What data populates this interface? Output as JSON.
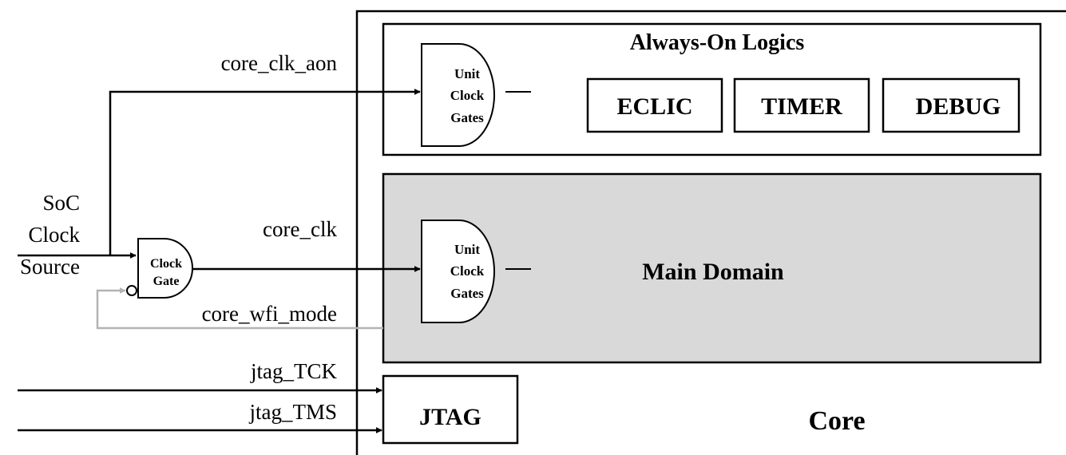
{
  "signals": {
    "core_clk_aon": "core_clk_aon",
    "core_clk": "core_clk",
    "core_wfi_mode": "core_wfi_mode",
    "jtag_tck": "jtag_TCK",
    "jtag_tms": "jtag_TMS"
  },
  "soc_clock_source": {
    "line1": "SoC",
    "line2": "Clock",
    "line3": "Source"
  },
  "clock_gate": {
    "line1": "Clock",
    "line2": "Gate"
  },
  "unit_clock_gates": {
    "line1": "Unit",
    "line2": "Clock",
    "line3": "Gates"
  },
  "always_on": {
    "title": "Always-On Logics",
    "blocks": [
      "ECLIC",
      "TIMER",
      "DEBUG"
    ]
  },
  "main_domain": {
    "title": "Main Domain",
    "fill": "#d9d9d9",
    "feedback_color": "#b3b3b3"
  },
  "jtag_block": "JTAG",
  "core_label": "Core"
}
